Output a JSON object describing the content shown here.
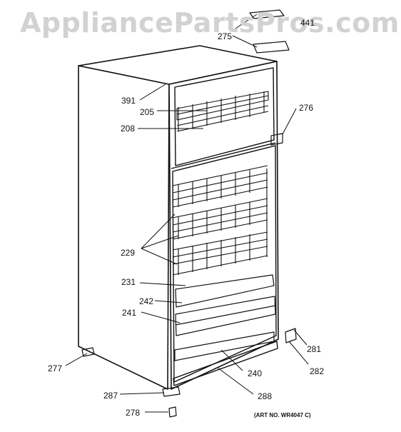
{
  "watermark": "AppliancePartsPros.com",
  "art_number": "(ART NO. WR4047 C)",
  "callouts": [
    {
      "id": "441",
      "label": "441"
    },
    {
      "id": "275",
      "label": "275"
    },
    {
      "id": "391",
      "label": "391"
    },
    {
      "id": "205",
      "label": "205"
    },
    {
      "id": "208",
      "label": "208"
    },
    {
      "id": "276",
      "label": "276"
    },
    {
      "id": "229",
      "label": "229"
    },
    {
      "id": "231",
      "label": "231"
    },
    {
      "id": "242",
      "label": "242"
    },
    {
      "id": "241",
      "label": "241"
    },
    {
      "id": "281",
      "label": "281"
    },
    {
      "id": "282",
      "label": "282"
    },
    {
      "id": "277",
      "label": "277"
    },
    {
      "id": "240",
      "label": "240"
    },
    {
      "id": "287",
      "label": "287"
    },
    {
      "id": "288",
      "label": "288"
    },
    {
      "id": "278",
      "label": "278"
    }
  ]
}
